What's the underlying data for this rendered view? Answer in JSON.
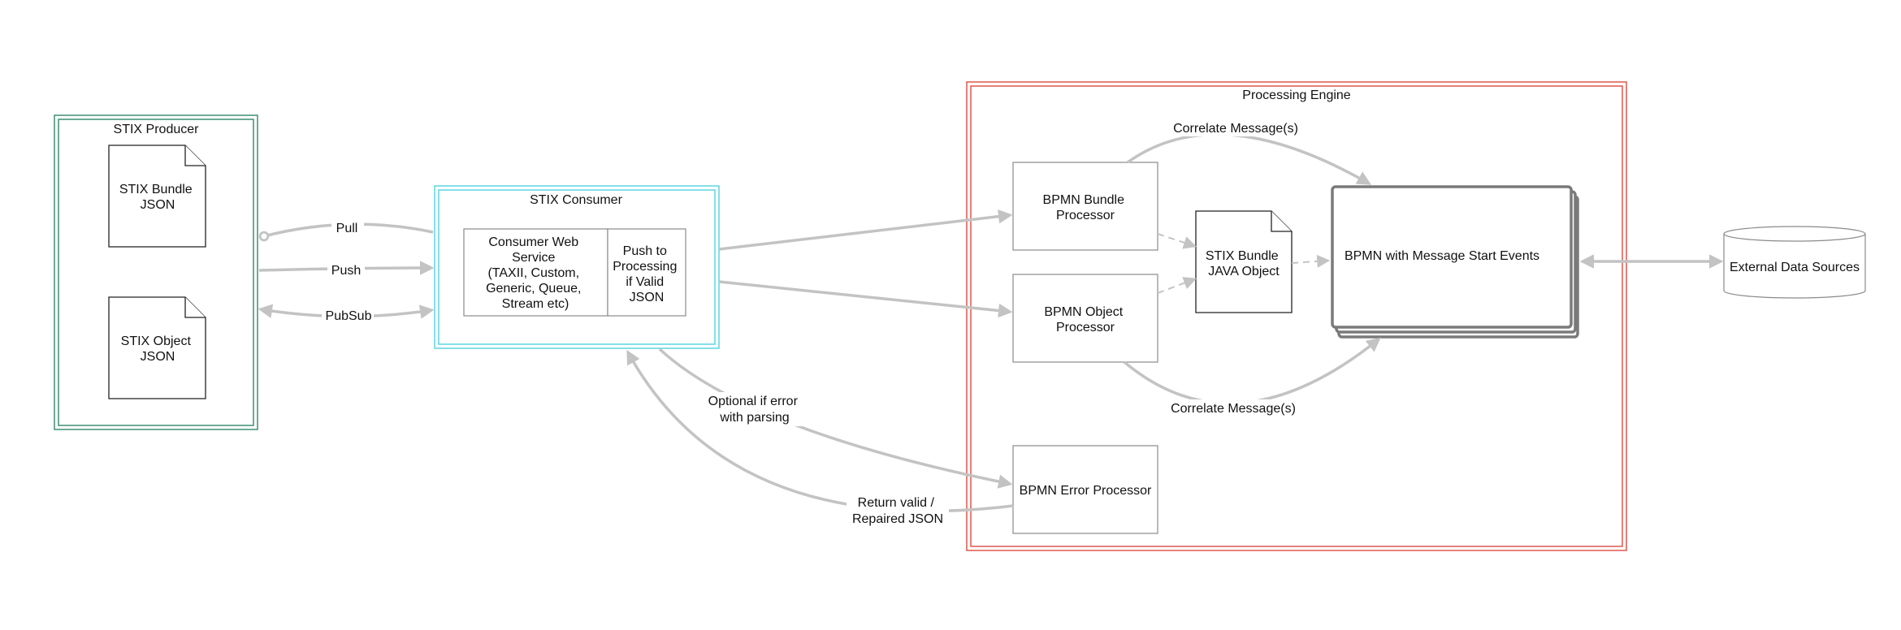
{
  "producer": {
    "title": "STIX Producer",
    "bundle_doc": [
      "STIX Bundle",
      "JSON"
    ],
    "object_doc": [
      "STIX Object",
      "JSON"
    ],
    "color": "#3d8f74"
  },
  "consumer": {
    "title": "STIX Consumer",
    "web_service": [
      "Consumer Web",
      "Service",
      "(TAXII, Custom,",
      "Generic, Queue,",
      "Stream etc)"
    ],
    "push_cell": [
      "Push to",
      "Processing",
      "if Valid",
      "JSON"
    ],
    "color": "#5bd6e0"
  },
  "engine": {
    "title": "Processing Engine",
    "bundle_processor": [
      "BPMN Bundle",
      "Processor"
    ],
    "object_processor": [
      "BPMN Object",
      "Processor"
    ],
    "error_processor": [
      "BPMN Error Processor"
    ],
    "java_object": [
      "STIX Bundle",
      "JAVA Object"
    ],
    "message_events": [
      "BPMN with Message Start Events"
    ],
    "color": "#e0574c"
  },
  "external": {
    "label": [
      "External Data Sources"
    ]
  },
  "edges": {
    "pull": "Pull",
    "push": "Push",
    "pubsub": "PubSub",
    "correlate_top": "Correlate Message(s)",
    "correlate_bottom": "Correlate Message(s)",
    "optional_error": [
      "Optional if error",
      "with parsing"
    ],
    "return_valid": [
      "Return valid /",
      "Repaired JSON"
    ]
  },
  "arrow_color": "#c3c3c3"
}
